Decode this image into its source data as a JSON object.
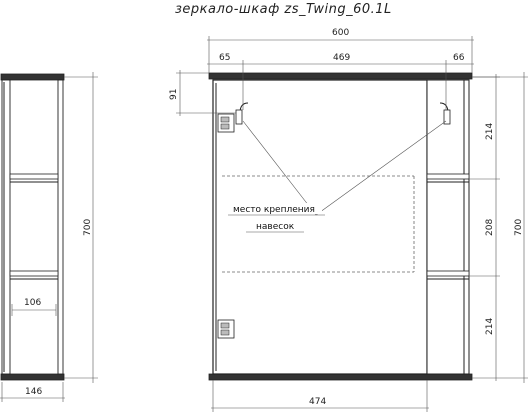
{
  "title": "зеркало-шкаф  zs_Twing_60.1L",
  "dimensions": {
    "total_width": "600",
    "left_offset": "65",
    "center_width": "469",
    "right_offset": "66",
    "top_offset": "91",
    "total_height_front": "700",
    "total_height_side": "700",
    "shelf_upper": "214",
    "shelf_middle": "208",
    "shelf_lower": "214",
    "mirror_width": "474",
    "side_depth": "146",
    "side_inner": "106"
  },
  "note": {
    "line1": "место крепления",
    "line2": "навесок"
  }
}
